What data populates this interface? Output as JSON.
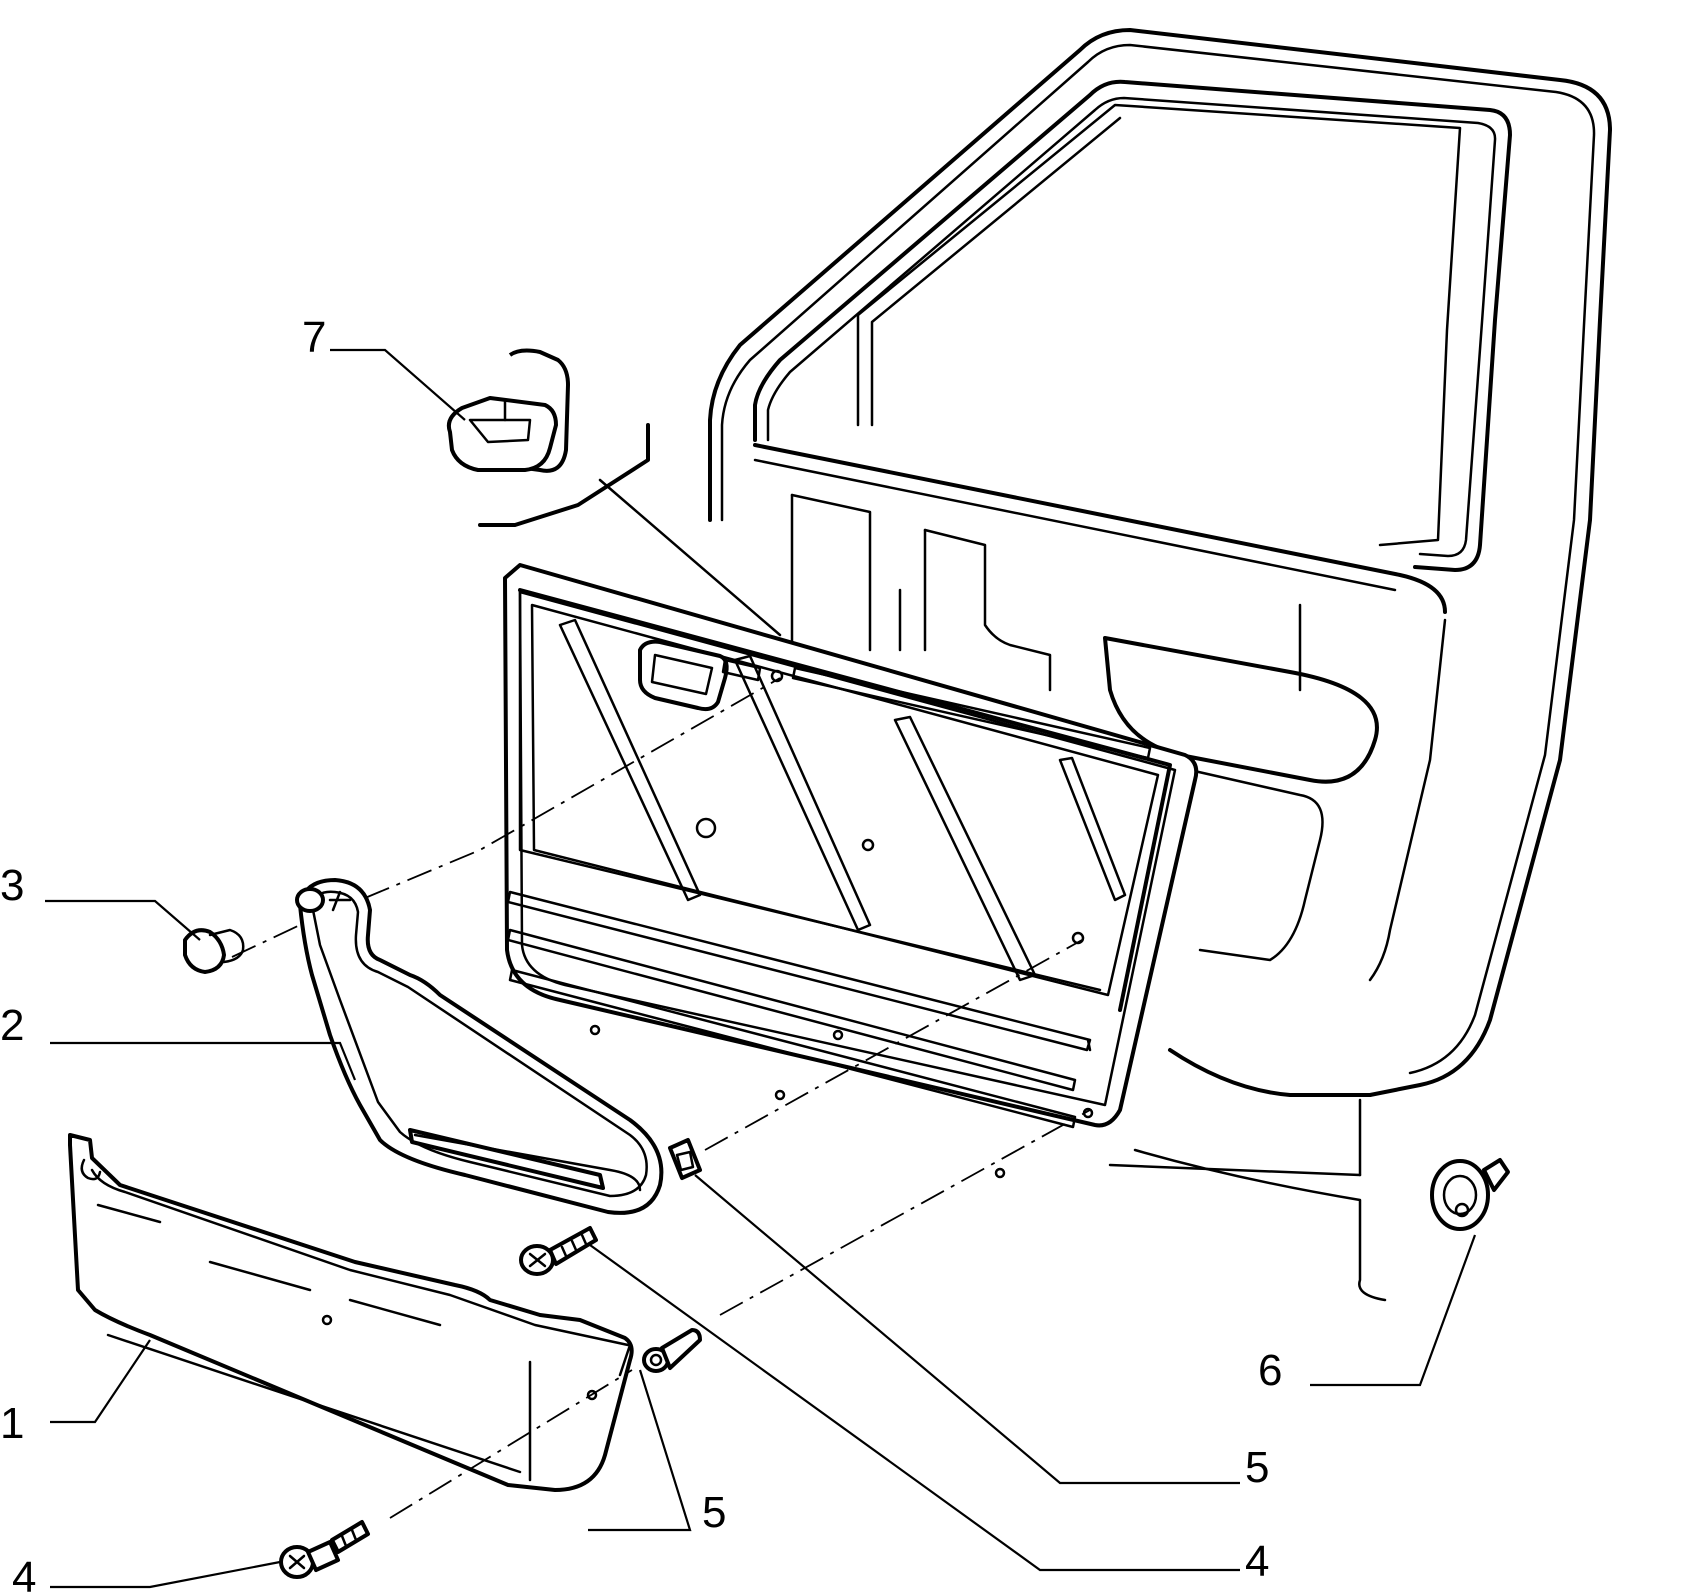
{
  "callouts": [
    {
      "id": "c1",
      "label": "1"
    },
    {
      "id": "c2",
      "label": "2"
    },
    {
      "id": "c3",
      "label": "3"
    },
    {
      "id": "c4a",
      "label": "4"
    },
    {
      "id": "c4b",
      "label": "4"
    },
    {
      "id": "c5a",
      "label": "5"
    },
    {
      "id": "c5b",
      "label": "5"
    },
    {
      "id": "c6",
      "label": "6"
    },
    {
      "id": "c7",
      "label": "7"
    }
  ]
}
